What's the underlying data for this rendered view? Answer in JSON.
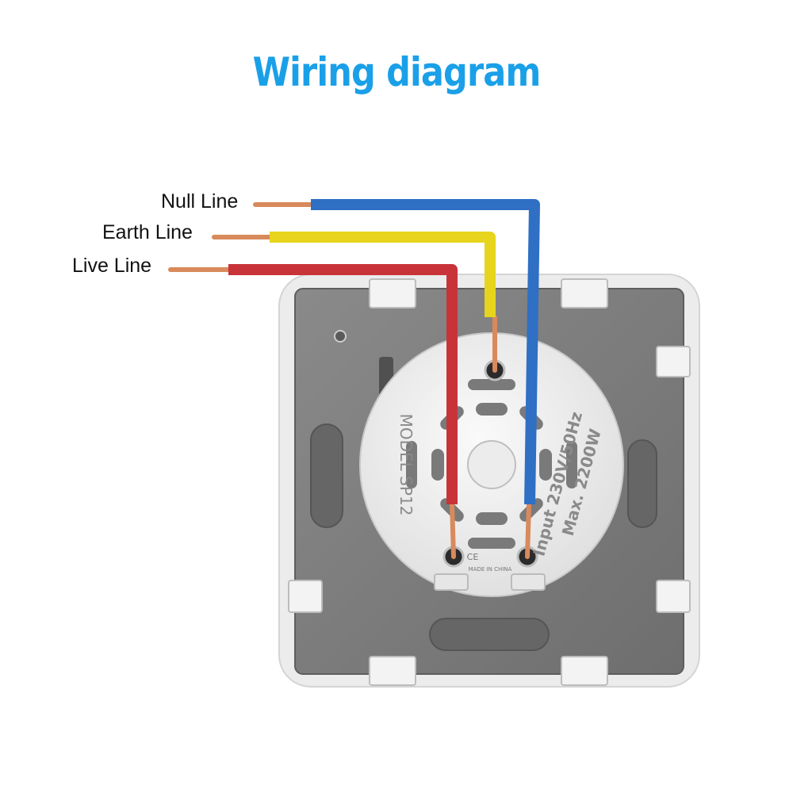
{
  "title": "Wiring diagram",
  "colors": {
    "title": "#1aa0e8",
    "null_wire": "#2f6fc4",
    "earth_wire": "#e6d51c",
    "live_wire": "#c8333a",
    "copper": "#d88a5c",
    "frame": "#e8e8e8",
    "backplate": "#7d7d7d",
    "module": "#f2f2f2"
  },
  "wires": [
    {
      "id": "null",
      "label": "Null Line",
      "color_key": "null_wire"
    },
    {
      "id": "earth",
      "label": "Earth Line",
      "color_key": "earth_wire"
    },
    {
      "id": "live",
      "label": "Live Line",
      "color_key": "live_wire"
    }
  ],
  "device": {
    "model": "MODEL SP12",
    "input": "Input 230V/50Hz",
    "max": "Max. 2200W",
    "marks": "CE",
    "origin": "MADE IN CHINA"
  }
}
